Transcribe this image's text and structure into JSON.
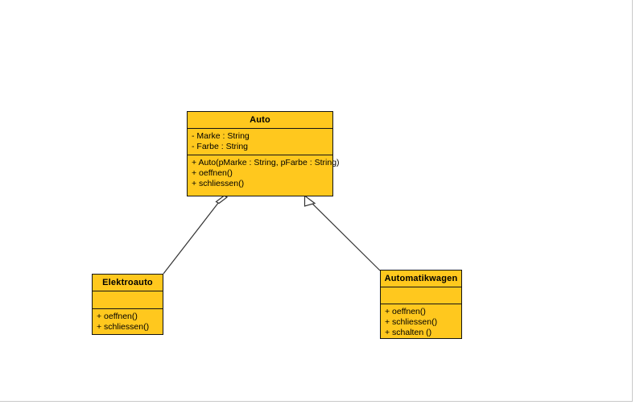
{
  "diagram": {
    "type": "uml-class-diagram",
    "background_color": "#ffffff",
    "class_fill_color": "#ffc81e",
    "class_border_color": "#141414",
    "connector_color": "#333333",
    "page_edge_color": "#c8c8c8",
    "classes": [
      {
        "id": "auto",
        "name": "Auto",
        "attributes": [
          "- Marke : String",
          "- Farbe : String"
        ],
        "operations": [
          "+ Auto(pMarke : String, pFarbe : String)",
          "+ oeffnen()",
          "+ schliessen()"
        ]
      },
      {
        "id": "elektroauto",
        "name": "Elektroauto",
        "attributes": [],
        "operations": [
          "+ oeffnen()",
          "+ schliessen()"
        ]
      },
      {
        "id": "automatikwagen",
        "name": "Automatikwagen",
        "attributes": [],
        "operations": [
          "+ oeffnen()",
          "+ schliessen()",
          "+ schalten ()"
        ]
      }
    ],
    "relationships": [
      {
        "id": "generalization-elektroauto-auto",
        "kind": "generalization",
        "source": "elektroauto",
        "target": "auto",
        "arrowhead": "hollow-triangle"
      },
      {
        "id": "generalization-automatikwagen-auto",
        "kind": "generalization",
        "source": "automatikwagen",
        "target": "auto",
        "arrowhead": "hollow-triangle"
      }
    ]
  }
}
